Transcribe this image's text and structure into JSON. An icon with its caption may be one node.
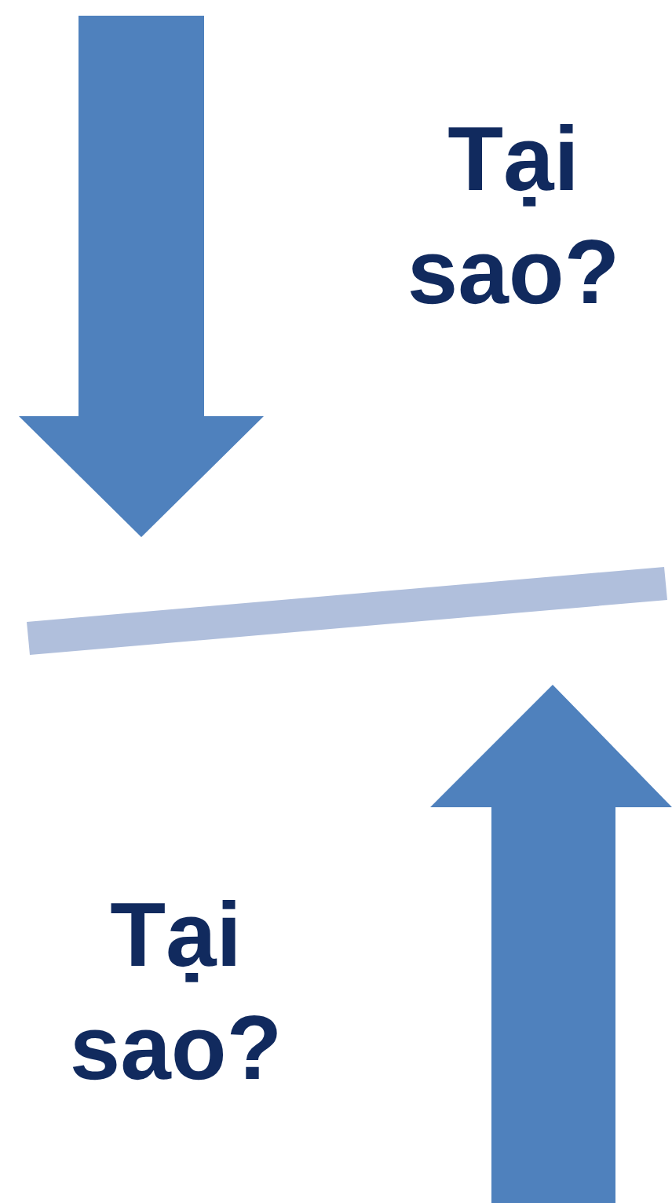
{
  "diagram": {
    "nodes": [
      {
        "text": [],
        "shape": "bar"
      }
    ],
    "labels": [
      "Tại sao?",
      "Tại sao?"
    ]
  }
}
